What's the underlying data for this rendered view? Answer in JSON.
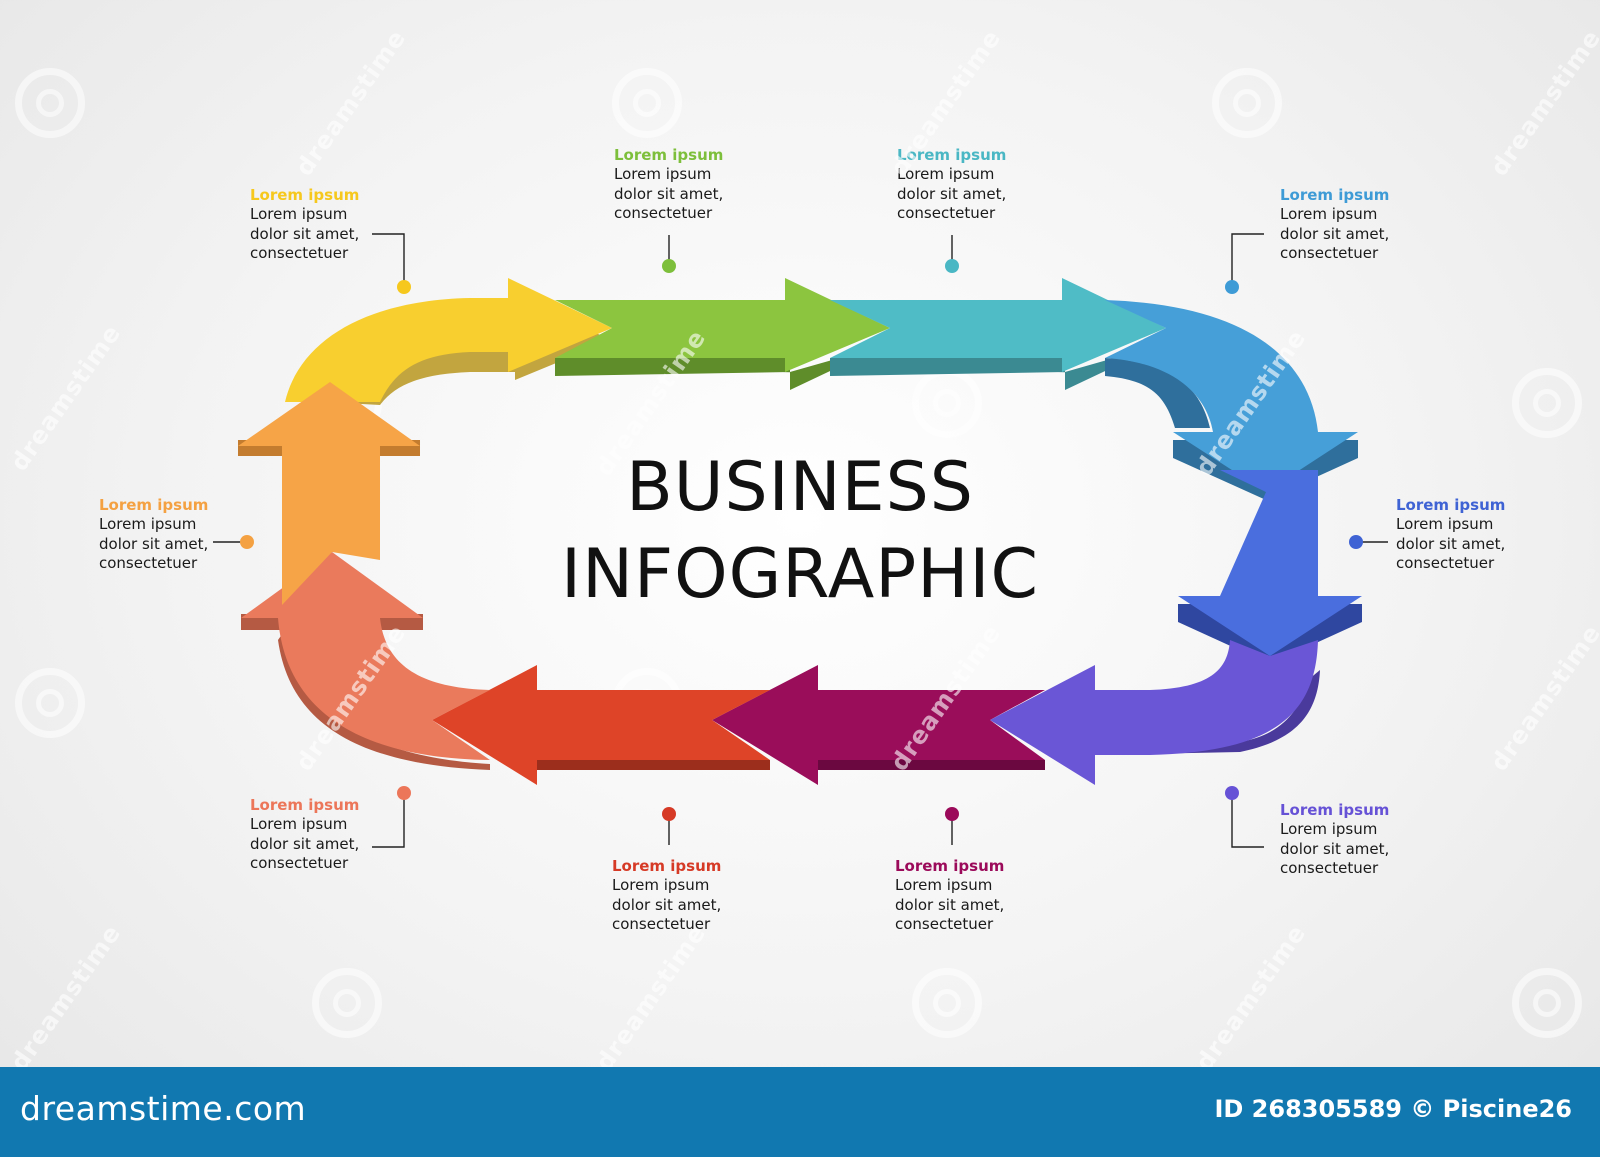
{
  "title": {
    "line1": "BUSINESS",
    "line2": "INFOGRAPHIC"
  },
  "callouts": [
    {
      "id": "top-left",
      "heading": "Lorem ipsum",
      "body": [
        "Lorem ipsum",
        "dolor sit amet,",
        "consectetuer"
      ],
      "color": "#f6c81d"
    },
    {
      "id": "top-center-left",
      "heading": "Lorem ipsum",
      "body": [
        "Lorem ipsum",
        "dolor sit amet,",
        "consectetuer"
      ],
      "color": "#7dbf3b"
    },
    {
      "id": "top-center-right",
      "heading": "Lorem ipsum",
      "body": [
        "Lorem ipsum",
        "dolor sit amet,",
        "consectetuer"
      ],
      "color": "#4ab7c4"
    },
    {
      "id": "top-right",
      "heading": "Lorem ipsum",
      "body": [
        "Lorem ipsum",
        "dolor sit amet,",
        "consectetuer"
      ],
      "color": "#3e9bd6"
    },
    {
      "id": "right",
      "heading": "Lorem ipsum",
      "body": [
        "Lorem ipsum",
        "dolor sit amet,",
        "consectetuer"
      ],
      "color": "#3f63d4"
    },
    {
      "id": "bottom-right",
      "heading": "Lorem ipsum",
      "body": [
        "Lorem ipsum",
        "dolor sit amet,",
        "consectetuer"
      ],
      "color": "#6652d6"
    },
    {
      "id": "bottom-center-right",
      "heading": "Lorem ipsum",
      "body": [
        "Lorem ipsum",
        "dolor sit amet,",
        "consectetuer"
      ],
      "color": "#9b0a5a"
    },
    {
      "id": "bottom-center-left",
      "heading": "Lorem ipsum",
      "body": [
        "Lorem ipsum",
        "dolor sit amet,",
        "consectetuer"
      ],
      "color": "#d63a26"
    },
    {
      "id": "bottom-left",
      "heading": "Lorem ipsum",
      "body": [
        "Lorem ipsum",
        "dolor sit amet,",
        "consectetuer"
      ],
      "color": "#ec7659"
    },
    {
      "id": "left",
      "heading": "Lorem ipsum",
      "body": [
        "Lorem ipsum",
        "dolor sit amet,",
        "consectetuer"
      ],
      "color": "#f4a142"
    }
  ],
  "arrow_colors": {
    "yellow": "#f8cf2f",
    "green": "#8cc53f",
    "teal": "#4fbcc6",
    "light_blue": "#469fd8",
    "blue": "#4a6ede",
    "violet": "#6a56d6",
    "purple": "#9a0d5a",
    "red": "#de4428",
    "salmon": "#ea7a5c",
    "orange": "#f6a447"
  },
  "footer": {
    "brand": "dreamstime.com",
    "id_text": "ID 268305589 © Piscine26"
  },
  "watermark": {
    "text": "dreamstime"
  }
}
